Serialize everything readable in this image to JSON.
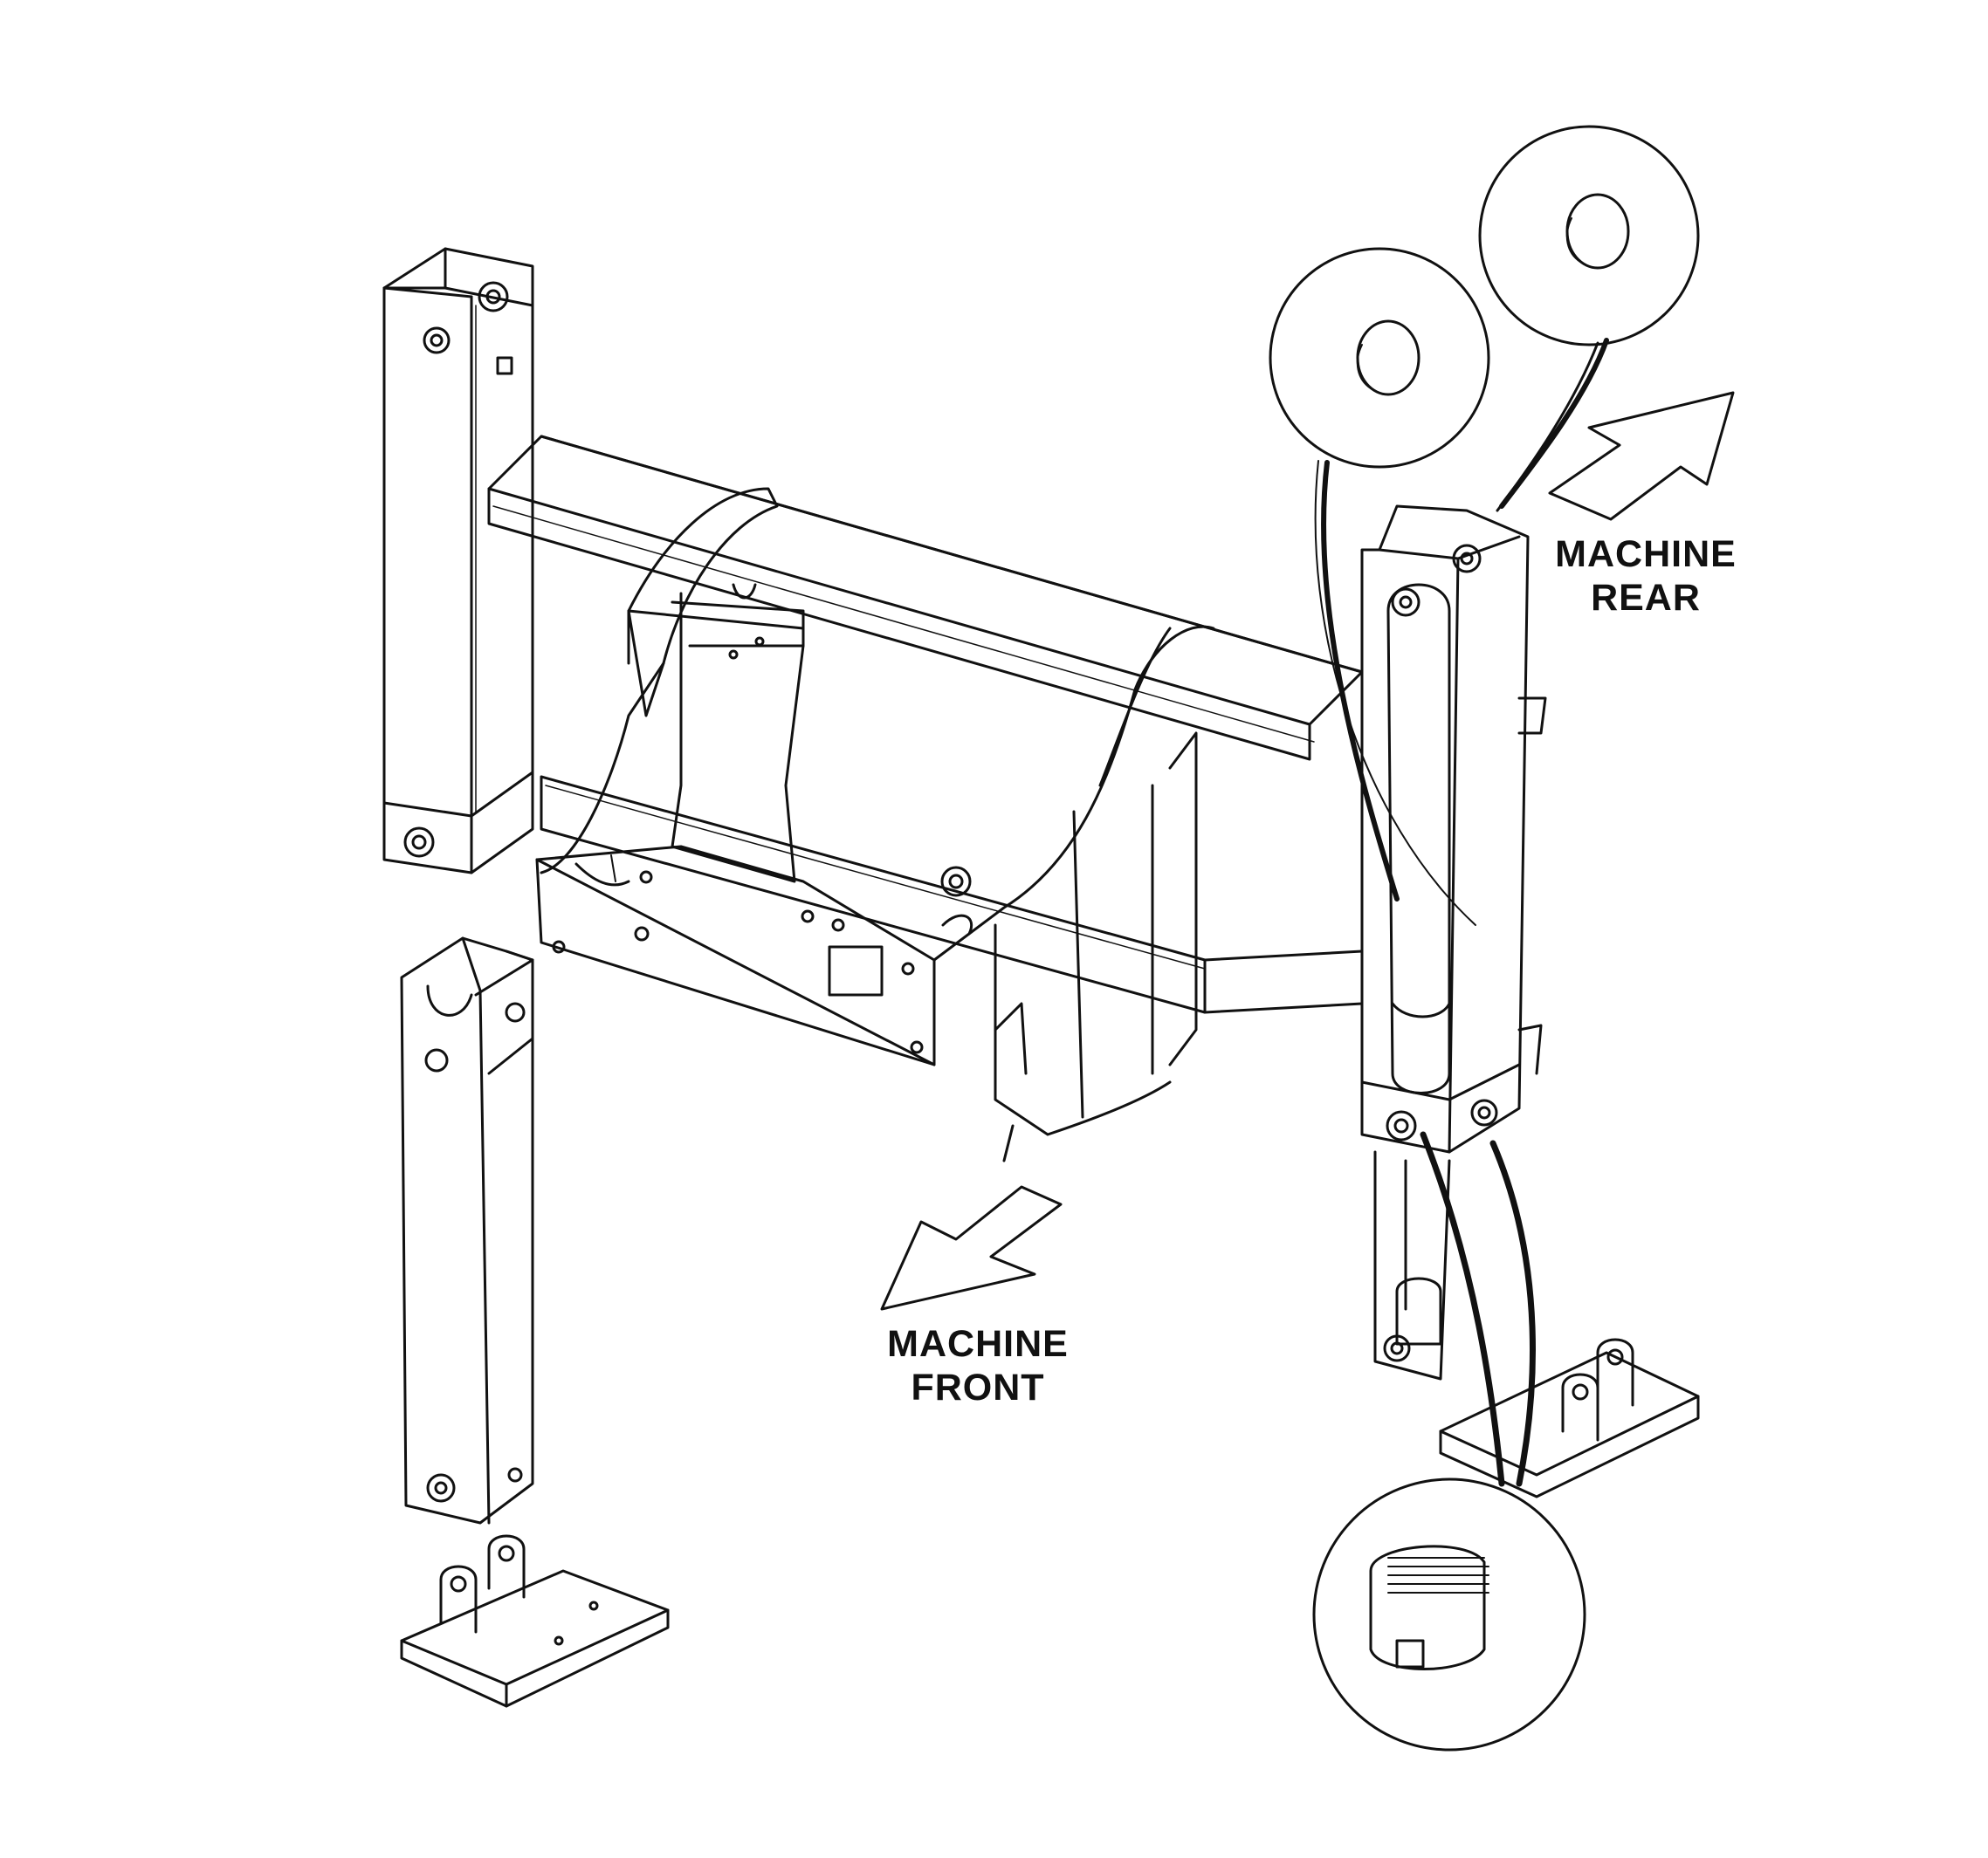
{
  "figure": {
    "colors": {
      "ink": "#111111",
      "paper": "#ffffff"
    },
    "labels": {
      "machine_rear": {
        "line1": "MACHINE",
        "line2": "REAR"
      },
      "machine_front": {
        "line1": "MACHINE",
        "line2": "FRONT"
      }
    },
    "callouts": [
      "plug-detail",
      "plug-detail",
      "threaded-plug-detail"
    ]
  }
}
